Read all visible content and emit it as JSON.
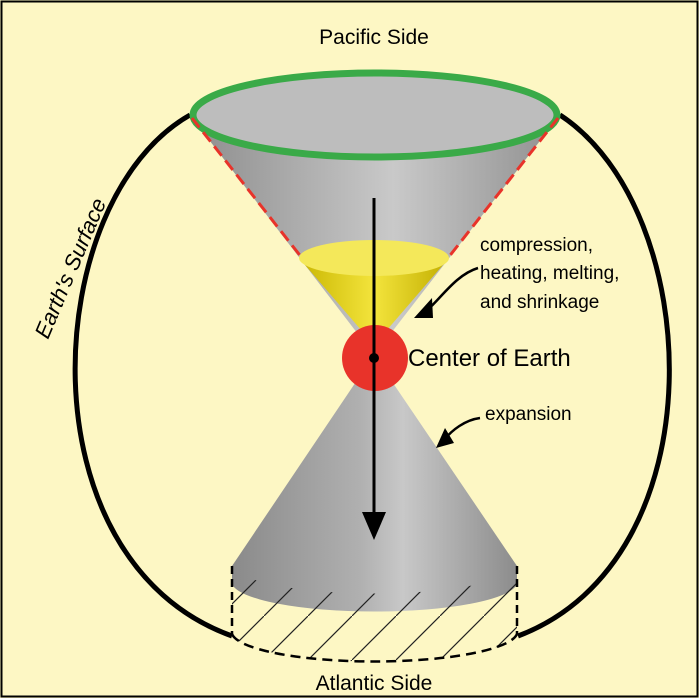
{
  "labels": {
    "top": "Pacific Side",
    "bottom": "Atlantic Side",
    "surface": "Earth's Surface",
    "center": "Center of Earth",
    "compression_lines": [
      "compression,",
      "heating, melting,",
      "and shrinkage"
    ],
    "expansion": "expansion"
  },
  "colors": {
    "background": "#fdf7c4",
    "frame": "#000000",
    "earth_outline": "#000000",
    "pacific_rim": "#3aaa48",
    "dashed_edge": "#e8332a",
    "cone_gray": "#a9a9a9",
    "yellow_cone": "#e6d500",
    "center_dot": "#e8332a"
  }
}
